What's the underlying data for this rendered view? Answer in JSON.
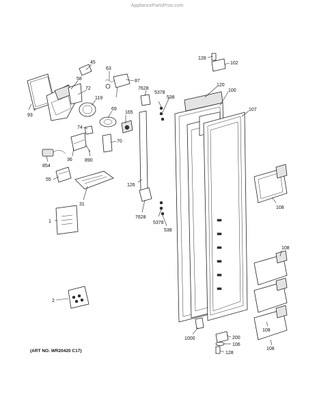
{
  "watermark": "AppliancePartsPros.com",
  "art_number": "(ART NO. WR20420 C17)",
  "callouts": [
    {
      "id": "c45",
      "text": "45"
    },
    {
      "id": "c58",
      "text": "58"
    },
    {
      "id": "c72",
      "text": "72"
    },
    {
      "id": "c93",
      "text": "93"
    },
    {
      "id": "c63",
      "text": "63"
    },
    {
      "id": "c87",
      "text": "87"
    },
    {
      "id": "c119",
      "text": "119"
    },
    {
      "id": "c69",
      "text": "69"
    },
    {
      "id": "c165",
      "text": "165"
    },
    {
      "id": "c74",
      "text": "74"
    },
    {
      "id": "c70",
      "text": "70"
    },
    {
      "id": "c36",
      "text": "36"
    },
    {
      "id": "c890",
      "text": "890"
    },
    {
      "id": "c854",
      "text": "854"
    },
    {
      "id": "c55",
      "text": "55"
    },
    {
      "id": "c31",
      "text": "31"
    },
    {
      "id": "c126",
      "text": "126"
    },
    {
      "id": "c7628a",
      "text": "7628"
    },
    {
      "id": "c5378a",
      "text": "5378"
    },
    {
      "id": "c538a",
      "text": "538"
    },
    {
      "id": "c7628b",
      "text": "7628"
    },
    {
      "id": "c5378b",
      "text": "5378"
    },
    {
      "id": "c538b",
      "text": "538"
    },
    {
      "id": "c128a",
      "text": "128"
    },
    {
      "id": "c102",
      "text": "102"
    },
    {
      "id": "c120",
      "text": "120"
    },
    {
      "id": "c100",
      "text": "100"
    },
    {
      "id": "c107",
      "text": "107"
    },
    {
      "id": "c108a",
      "text": "108"
    },
    {
      "id": "c108b",
      "text": "108"
    },
    {
      "id": "c108c",
      "text": "108"
    },
    {
      "id": "c108d",
      "text": "108"
    },
    {
      "id": "c1",
      "text": "1"
    },
    {
      "id": "c2",
      "text": "2"
    },
    {
      "id": "c1000",
      "text": "1000"
    },
    {
      "id": "c200",
      "text": "200"
    },
    {
      "id": "c106",
      "text": "106"
    },
    {
      "id": "c128b",
      "text": "128"
    }
  ]
}
